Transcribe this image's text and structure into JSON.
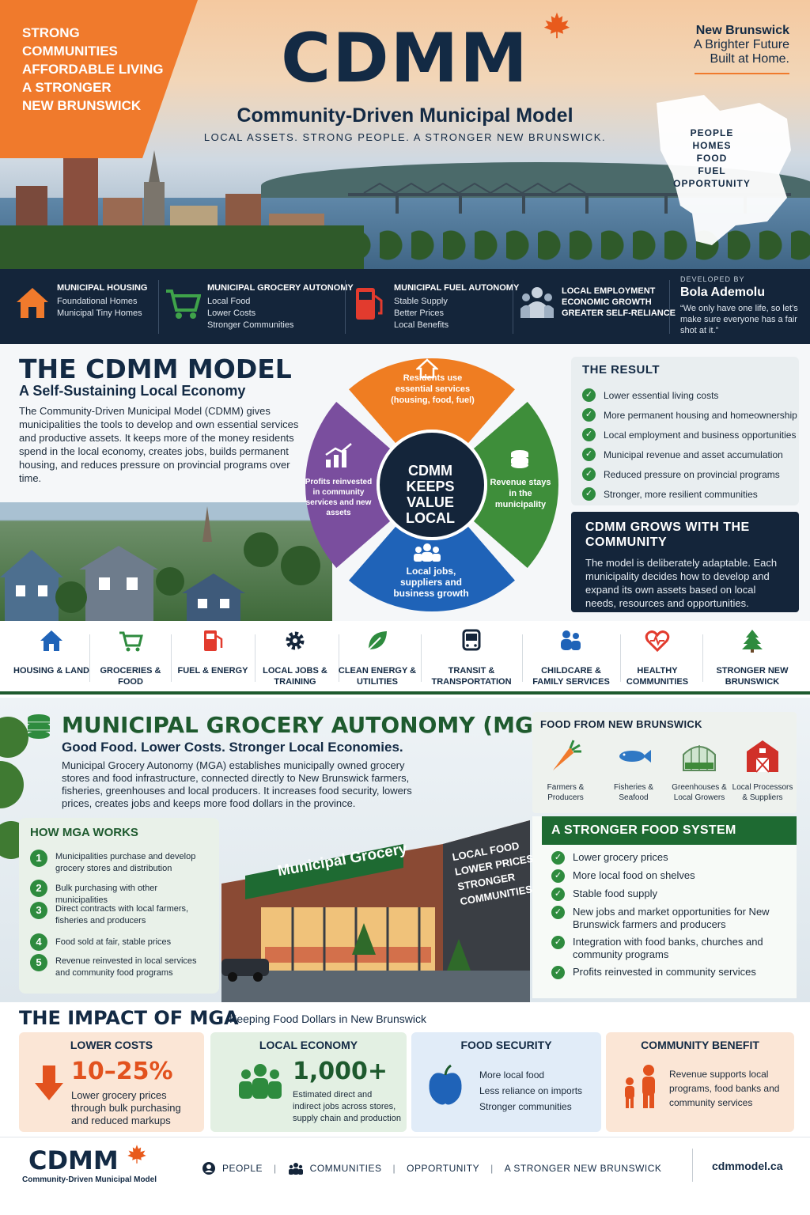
{
  "hero": {
    "corner_lines": [
      "STRONG",
      "COMMUNITIES",
      "AFFORDABLE LIVING",
      "A STRONGER",
      "NEW BRUNSWICK"
    ],
    "title": "CDMM",
    "subtitle": "Community-Driven Municipal Model",
    "tagline": "LOCAL ASSETS. STRONG PEOPLE. A STRONGER NEW BRUNSWICK.",
    "nb_title": "New Brunswick",
    "nb_line1": "A Brighter Future",
    "nb_line2": "Built at Home.",
    "map_words": [
      "PEOPLE",
      "HOMES",
      "FOOD",
      "FUEL",
      "OPPORTUNITY"
    ]
  },
  "features": [
    {
      "icon": "house-icon",
      "title": "MUNICIPAL HOUSING",
      "lines": [
        "Foundational Homes",
        "Municipal Tiny Homes"
      ]
    },
    {
      "icon": "cart-icon",
      "title": "MUNICIPAL GROCERY AUTONOMY",
      "lines": [
        "Local Food",
        "Lower Costs",
        "Stronger Communities"
      ]
    },
    {
      "icon": "fuel-pump-icon",
      "title": "MUNICIPAL FUEL AUTONOMY",
      "lines": [
        "Stable Supply",
        "Better Prices",
        "Local Benefits"
      ]
    },
    {
      "icon": "people-icon",
      "title": "",
      "lines": [
        "LOCAL EMPLOYMENT",
        "ECONOMIC GROWTH",
        "GREATER SELF-RELIANCE"
      ]
    }
  ],
  "developer": {
    "label": "DEVELOPED BY",
    "name": "Bola Ademolu",
    "quote": "“We only have one life, so let’s make sure everyone has a fair shot at it.”"
  },
  "model": {
    "heading": "THE CDMM MODEL",
    "subheading": "A Self-Sustaining Local Economy",
    "description": "The Community-Driven Municipal Model (CDMM) gives municipalities the tools to develop and own essential services and productive assets. It keeps more of the money residents spend in the local economy, creates jobs, builds permanent housing, and reduces pressure on provincial programs over time.",
    "wheel_center": "CDMM KEEPS VALUE LOCAL",
    "wheel_segments": [
      {
        "label": "Residents use essential services (housing, food, fuel)",
        "color": "#ef7d22"
      },
      {
        "label": "Revenue stays in the municipality",
        "color": "#3e8e3a"
      },
      {
        "label": "Local jobs, suppliers and business growth",
        "color": "#1f63b8"
      },
      {
        "label": "Profits reinvested in community services and new assets",
        "color": "#7a4e9e"
      }
    ]
  },
  "result": {
    "heading": "THE RESULT",
    "items": [
      "Lower essential living costs",
      "More permanent housing and homeownership",
      "Local employment and business opportunities",
      "Municipal revenue and asset accumulation",
      "Reduced pressure on provincial programs",
      "Stronger, more resilient communities"
    ]
  },
  "grows": {
    "heading": "CDMM GROWS WITH THE COMMUNITY",
    "description": "The model is deliberately adaptable. Each municipality decides how to develop and expand its own assets based on local needs, resources and opportunities."
  },
  "services": [
    {
      "icon": "house-icon",
      "label": "HOUSING & LAND"
    },
    {
      "icon": "cart-icon",
      "label": "GROCERIES & FOOD"
    },
    {
      "icon": "fuel-pump-icon",
      "label": "FUEL & ENERGY"
    },
    {
      "icon": "gear-icon",
      "label": "LOCAL JOBS & TRAINING"
    },
    {
      "icon": "leaf-icon",
      "label": "CLEAN ENERGY & UTILITIES"
    },
    {
      "icon": "bus-icon",
      "label": "TRANSIT & TRANSPORTATION"
    },
    {
      "icon": "family-icon",
      "label": "CHILDCARE & FAMILY SERVICES"
    },
    {
      "icon": "heart-icon",
      "label": "HEALTHY COMMUNITIES"
    },
    {
      "icon": "tree-icon",
      "label": "STRONGER NEW BRUNSWICK"
    }
  ],
  "mga": {
    "heading_green": "MUNICIPAL GROCERY",
    "heading_dark": "AUTONOMY (MGA)",
    "subheading": "Good Food. Lower Costs. Stronger Local Economies.",
    "description": "Municipal Grocery Autonomy (MGA) establishes municipally owned grocery stores and food infrastructure, connected directly to New Brunswick farmers, fisheries, greenhouses and local producers. It increases food security, lowers prices, creates jobs and keeps more food dollars in the province.",
    "store_sign": "Municipal Grocery",
    "store_wall": [
      "LOCAL FOOD",
      "LOWER PRICES",
      "STRONGER",
      "COMMUNITIES"
    ],
    "how_heading": "HOW MGA WORKS",
    "how_steps": [
      {
        "num": "1",
        "text": "Municipalities purchase and develop grocery stores and distribution"
      },
      {
        "num": "2",
        "text": "Bulk purchasing with other municipalities"
      },
      {
        "num": "3",
        "text": "Direct contracts with local farmers, fisheries and producers"
      },
      {
        "num": "4",
        "text": "Food sold at fair, stable prices"
      },
      {
        "num": "5",
        "text": "Revenue reinvested in local services and community food programs"
      }
    ],
    "food_heading": "FOOD FROM NEW BRUNSWICK",
    "food_items": [
      {
        "icon": "carrot-icon",
        "label": "Farmers & Producers"
      },
      {
        "icon": "fish-icon",
        "label": "Fisheries & Seafood"
      },
      {
        "icon": "greenhouse-icon",
        "label": "Greenhouses & Local Growers"
      },
      {
        "icon": "barn-icon",
        "label": "Local Processors & Suppliers"
      }
    ],
    "system_heading": "A STRONGER FOOD SYSTEM",
    "system_items": [
      "Lower grocery prices",
      "More local food on shelves",
      "Stable food supply",
      "New jobs and market opportunities for New Brunswick farmers and producers",
      "Integration with food banks, churches and community programs",
      "Profits reinvested in community services"
    ]
  },
  "impact": {
    "heading": "THE IMPACT OF MGA",
    "subheading": "Keeping Food Dollars in New Brunswick",
    "cards": [
      {
        "title": "LOWER COSTS",
        "big": "10–25%",
        "text": "Lower grocery prices through bulk purchasing and reduced markups",
        "icon": "down-arrow-icon"
      },
      {
        "title": "LOCAL ECONOMY",
        "big": "1,000+",
        "text": "Estimated direct and indirect jobs across stores, supply chain and production",
        "icon": "people-icon"
      },
      {
        "title": "FOOD SECURITY",
        "big": "",
        "text": "More local food\nLess reliance on imports\nStronger communities",
        "icon": "apple-icon"
      },
      {
        "title": "COMMUNITY BENEFIT",
        "big": "",
        "text": "Revenue supports local programs, food banks and community services",
        "icon": "family-icon"
      }
    ]
  },
  "footer": {
    "brand": "CDMM",
    "sub": "Community-Driven Municipal Model",
    "items": [
      "PEOPLE",
      "COMMUNITIES",
      "OPPORTUNITY",
      "A STRONGER NEW BRUNSWICK"
    ],
    "url": "cdmmodel.ca"
  },
  "colors": {
    "navy": "#14253a",
    "orange": "#f07a2c",
    "green": "#2e8b3e",
    "dark_green": "#1e5a2e"
  }
}
